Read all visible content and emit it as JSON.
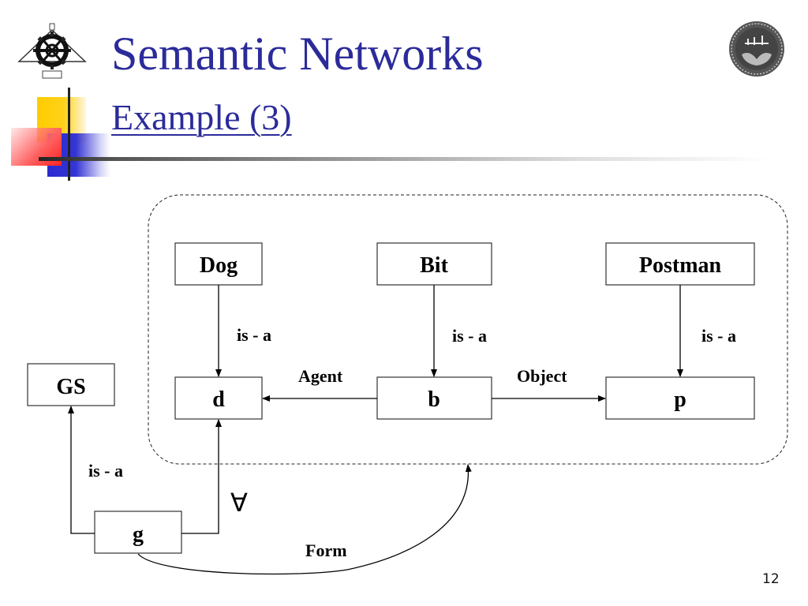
{
  "slide": {
    "title": "Semantic Networks",
    "subtitle": "Example (3)",
    "page_number": "12",
    "title_color": "#2b2b9a",
    "logos": {
      "left": "engineering-gear-logo",
      "right": "university-of-tehran-seal"
    }
  },
  "diagram": {
    "nodes": {
      "dog": "Dog",
      "bit": "Bit",
      "postman": "Postman",
      "d": "d",
      "b": "b",
      "p": "p",
      "gs": "GS",
      "g": "g"
    },
    "edge_labels": {
      "dog_d": "is - a",
      "bit_b": "is - a",
      "postman_p": "is - a",
      "b_d": "Agent",
      "b_p": "Object",
      "g_gs": "is - a",
      "g_d": "∀",
      "g_form": "Form"
    },
    "edges": [
      {
        "from": "Dog",
        "to": "d",
        "label": "is - a"
      },
      {
        "from": "Bit",
        "to": "b",
        "label": "is - a"
      },
      {
        "from": "Postman",
        "to": "p",
        "label": "is - a"
      },
      {
        "from": "b",
        "to": "d",
        "label": "Agent"
      },
      {
        "from": "b",
        "to": "p",
        "label": "Object"
      },
      {
        "from": "g",
        "to": "GS",
        "label": "is - a"
      },
      {
        "from": "g",
        "to": "d",
        "label": "∀"
      },
      {
        "from": "g",
        "to": "dashed-group",
        "label": "Form"
      }
    ]
  }
}
